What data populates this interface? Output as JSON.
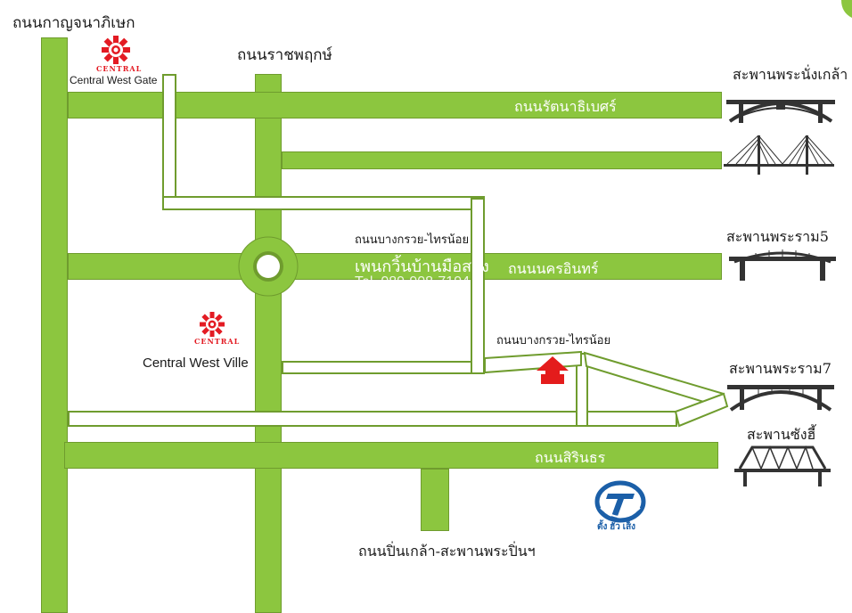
{
  "colors": {
    "road_fill": "#8cc63f",
    "road_border": "#6f9c2e",
    "central_red": "#e31b23",
    "arrow_red": "#e41c1c",
    "logo_blue": "#1b5fa8"
  },
  "roads": {
    "kanchanaphisek": "ถนนกาญจนาภิเษก",
    "ratchaphruek": "ถนนราชพฤกษ์",
    "rattanathibet": "ถนนรัตนาธิเบศร์",
    "nakhon_in": "ถนนนครอินทร์",
    "bang_kruai_sai_noi_1": "ถนนบางกรวย-ไทรน้อย",
    "bang_kruai_sai_noi_2": "ถนนบางกรวย-ไทรน้อย",
    "sirindhorn": "ถนนสิรินธร",
    "pin_klao": "ถนนปิ่นเกล้า-สะพานพระปิ่นฯ"
  },
  "bridges": {
    "phra_nang_klao": "สะพานพระนั่งเกล้า",
    "rama5": "สะพานพระราม5",
    "rama7": "สะพานพระราม7",
    "sang_hi": "สะพานซังฮี้"
  },
  "landmarks": {
    "central_logo_text": "CENTRAL",
    "central_west_gate": "Central West Gate",
    "central_west_ville": "Central West Ville",
    "shop_name": "เพนกวิ้นบ้านมือสอง",
    "shop_tel": "Tel. 089-908-7194",
    "logo_caption": "ตั้ง ฮั่ว เส็ง"
  }
}
